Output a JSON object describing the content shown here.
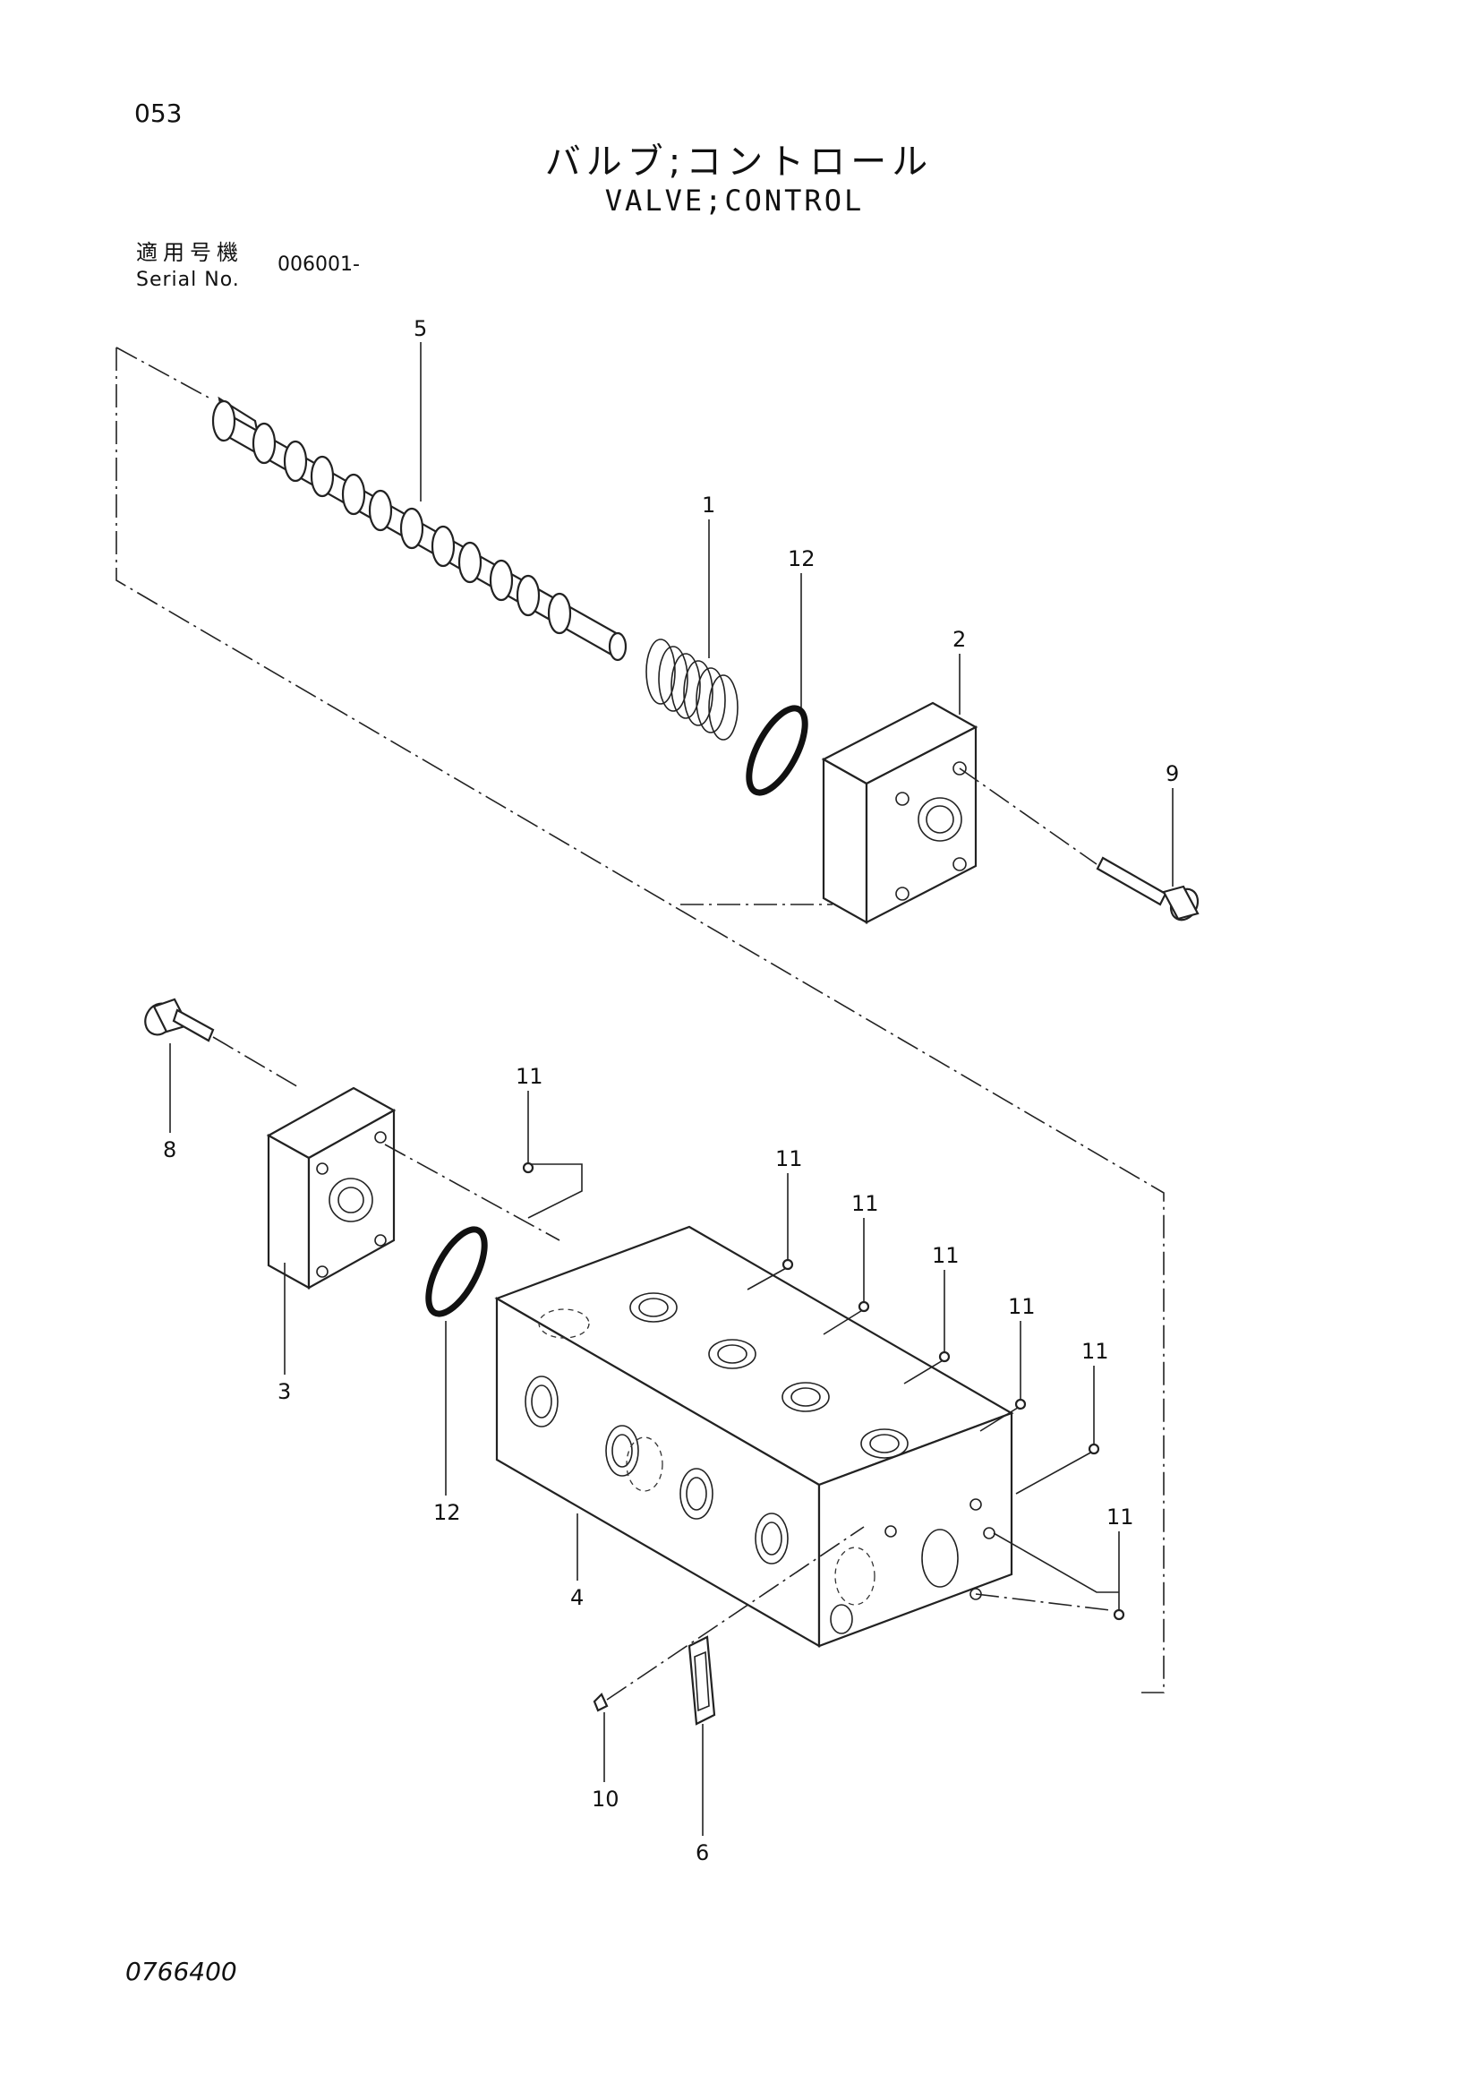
{
  "header": {
    "page_number": "053",
    "title_japanese": "バルブ;コントロール",
    "title_english": "VALVE;CONTROL",
    "serial_label_japanese": "適用号機",
    "serial_label_english": "Serial No.",
    "serial_value": "006001-"
  },
  "callouts": {
    "spool": "5",
    "spring": "1",
    "o_ring_upper": "12",
    "cover_right": "2",
    "bolt_right": "9",
    "bolt_left": "8",
    "cover_left": "3",
    "o_ring_lower": "12",
    "valve_body": "4",
    "plug_1": "11",
    "plug_2": "11",
    "plug_3": "11",
    "plug_4": "11",
    "plug_5": "11",
    "plug_6": "11",
    "plug_7": "11",
    "screw": "10",
    "name_plate": "6"
  },
  "footer": {
    "document_number": "0766400"
  }
}
